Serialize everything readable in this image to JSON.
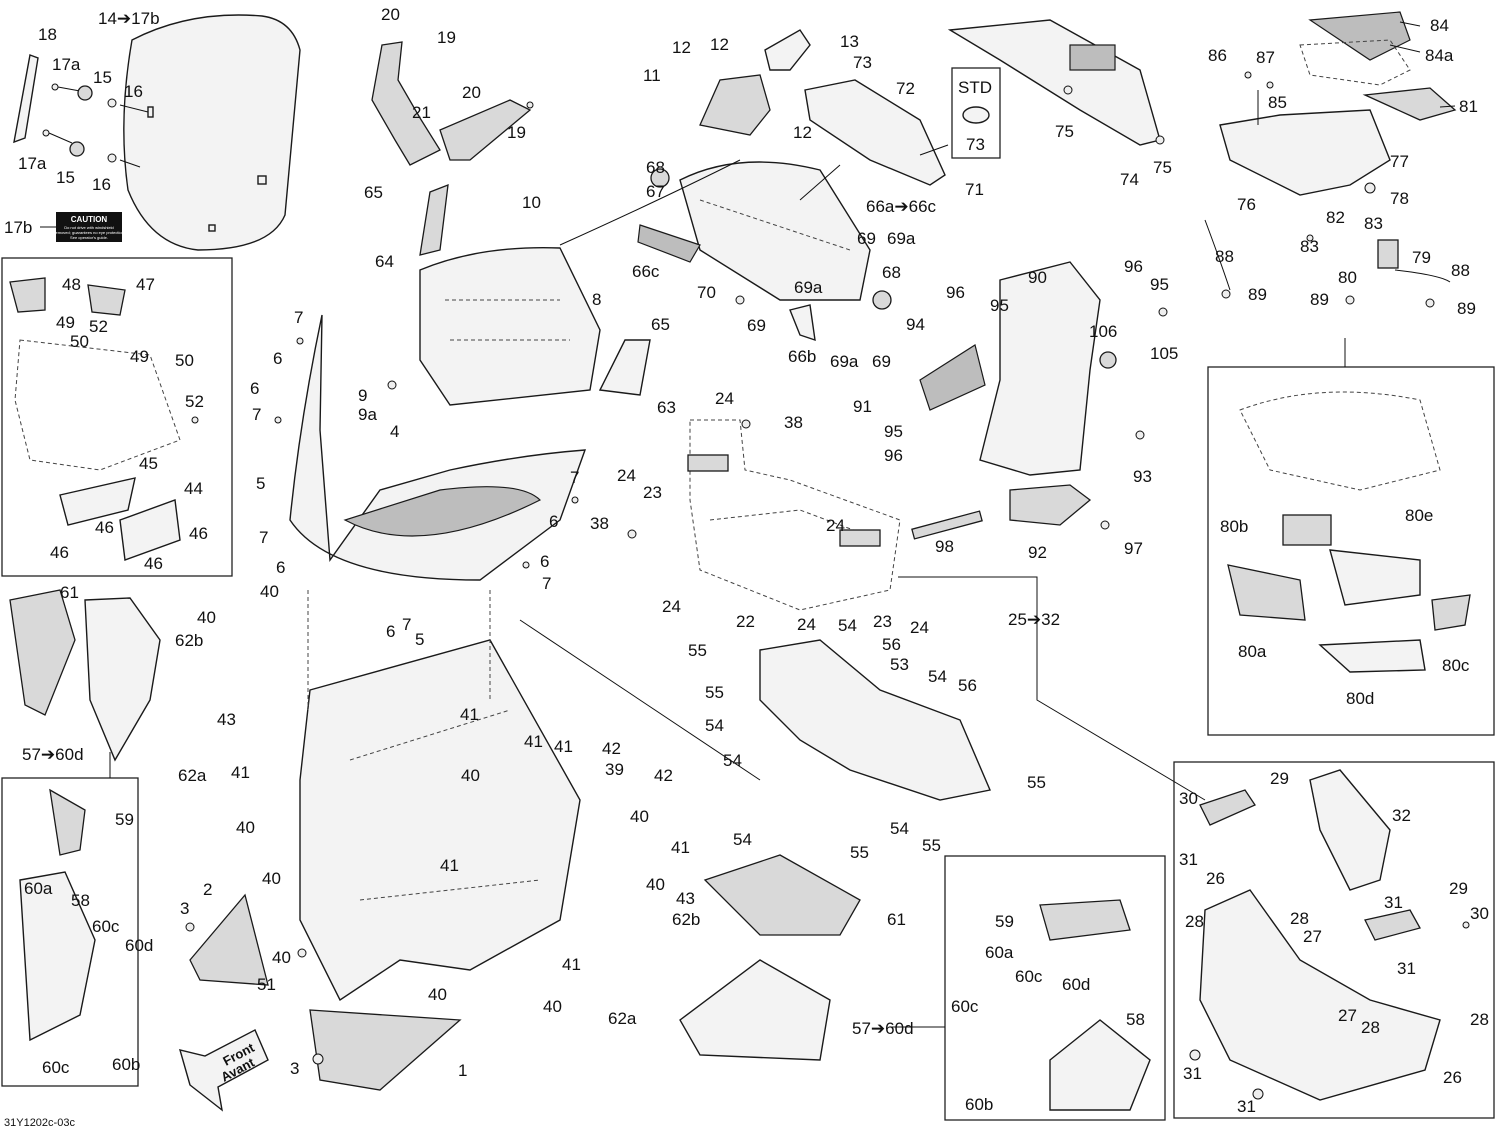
{
  "document": {
    "code": "31Y1202c-03c"
  },
  "callouts": {
    "c_14_17b": "14➔17b",
    "c_18": "18",
    "c_17a_a": "17a",
    "c_15_a": "15",
    "c_16_a": "16",
    "c_17a_b": "17a",
    "c_15_b": "15",
    "c_16_b": "16",
    "c_17b": "17b",
    "c_20_a": "20",
    "c_19_a": "19",
    "c_21": "21",
    "c_20_b": "20",
    "c_19_b": "19",
    "c_13": "13",
    "c_12_a": "12",
    "c_12_b": "12",
    "c_11": "11",
    "c_73_a": "73",
    "c_72": "72",
    "c_12_c": "12",
    "c_std": "STD",
    "c_73_b": "73",
    "c_71": "71",
    "c_75_a": "75",
    "c_74": "74",
    "c_75_b": "75",
    "c_84": "84",
    "c_84a": "84a",
    "c_86": "86",
    "c_87": "87",
    "c_85": "85",
    "c_81": "81",
    "c_77": "77",
    "c_78": "78",
    "c_76": "76",
    "c_82": "82",
    "c_83_a": "83",
    "c_83_b": "83",
    "c_88_a": "88",
    "c_79": "79",
    "c_88_b": "88",
    "c_80": "80",
    "c_89_a": "89",
    "c_89_b": "89",
    "c_89_c": "89",
    "c_65_a": "65",
    "c_10": "10",
    "c_68_a": "68",
    "c_67": "67",
    "c_66a_66c": "66a➔66c",
    "c_64": "64",
    "c_66c": "66c",
    "c_69_a": "69",
    "c_69a_a": "69a",
    "c_70": "70",
    "c_69a_b": "69a",
    "c_69_b": "69",
    "c_68_b": "68",
    "c_66b": "66b",
    "c_69a_c": "69a",
    "c_69_c": "69",
    "c_8": "8",
    "c_7_a": "7",
    "c_6_a": "6",
    "c_9": "9",
    "c_9a": "9a",
    "c_65_b": "65",
    "c_63": "63",
    "c_6_b": "6",
    "c_7_b": "7",
    "c_4": "4",
    "c_5_a": "5",
    "c_7_c": "7",
    "c_6_c": "6",
    "c_7_d": "7",
    "c_6_d": "6",
    "c_6_e": "6",
    "c_7_e": "7",
    "c_6_f": "6",
    "c_7_f": "7",
    "c_5_b": "5",
    "c_24_a": "24",
    "c_38_a": "38",
    "c_24_b": "24",
    "c_23_a": "23",
    "c_38_b": "38",
    "c_24_c": "24",
    "c_24_d": "24",
    "c_22": "22",
    "c_24_e": "24",
    "c_23_b": "23",
    "c_24_f": "24",
    "c_90": "90",
    "c_96_a": "96",
    "c_95_a": "95",
    "c_96_b": "96",
    "c_95_b": "95",
    "c_94": "94",
    "c_106": "106",
    "c_105": "105",
    "c_91": "91",
    "c_95_c": "95",
    "c_96_c": "96",
    "c_93": "93",
    "c_98": "98",
    "c_92": "92",
    "c_97": "97",
    "c_25_32": "25➔32",
    "c_48": "48",
    "c_47": "47",
    "c_49_a": "49",
    "c_50_a": "50",
    "c_52_a": "52",
    "c_49_b": "49",
    "c_50_b": "50",
    "c_52_b": "52",
    "c_45": "45",
    "c_44": "44",
    "c_46_a": "46",
    "c_46_b": "46",
    "c_46_c": "46",
    "c_46_d": "46",
    "c_61_a": "61",
    "c_62b_a": "62b",
    "c_43_a": "43",
    "c_62a_a": "62a",
    "c_57_60d_a": "57➔60d",
    "c_59_a": "59",
    "c_60a_a": "60a",
    "c_58_a": "58",
    "c_60c_a": "60c",
    "c_60d_a": "60d",
    "c_60c_b": "60c",
    "c_60b_a": "60b",
    "c_40_a": "40",
    "c_40_b": "40",
    "c_41_a": "41",
    "c_41_b": "41",
    "c_41_c": "41",
    "c_41_d": "41",
    "c_42_a": "42",
    "c_39": "39",
    "c_42_b": "42",
    "c_40_c": "40",
    "c_40_d": "40",
    "c_41_e": "41",
    "c_40_e": "40",
    "c_41_f": "41",
    "c_40_f": "40",
    "c_43_b": "43",
    "c_62b_b": "62b",
    "c_41_g": "41",
    "c_40_g": "40",
    "c_40_h": "40",
    "c_40_i": "40",
    "c_2": "2",
    "c_3_a": "3",
    "c_51": "51",
    "c_3_b": "3",
    "c_1": "1",
    "c_62a_b": "62a",
    "c_57_60d_b": "57➔60d",
    "c_55_a": "55",
    "c_54_a": "54",
    "c_56_a": "56",
    "c_55_b": "55",
    "c_53": "53",
    "c_54_b": "54",
    "c_56_b": "56",
    "c_54_c": "54",
    "c_54_d": "54",
    "c_55_c": "55",
    "c_54_e": "54",
    "c_54_f": "54",
    "c_55_d": "55",
    "c_55_e": "55",
    "c_61_b": "61",
    "c_80b": "80b",
    "c_80e": "80e",
    "c_80a": "80a",
    "c_80c": "80c",
    "c_80d": "80d",
    "c_59_b": "59",
    "c_60a_b": "60a",
    "c_60c_c": "60c",
    "c_60d_b": "60d",
    "c_60c_d": "60c",
    "c_58_b": "58",
    "c_60b_b": "60b",
    "c_30_a": "30",
    "c_29_a": "29",
    "c_32": "32",
    "c_31_a": "31",
    "c_26_a": "26",
    "c_28_a": "28",
    "c_28_b": "28",
    "c_27_a": "27",
    "c_31_b": "31",
    "c_29_b": "29",
    "c_30_b": "30",
    "c_31_c": "31",
    "c_27_b": "27",
    "c_28_c": "28",
    "c_28_d": "28",
    "c_31_d": "31",
    "c_26_b": "26",
    "c_31_e": "31"
  },
  "decal": {
    "title": "CAUTION",
    "line1": "Do not drive with windshield",
    "line2": "removed; guarantees no eye protection",
    "line3": "windshield breakage.",
    "line4": "See operator's guide."
  },
  "front_arrow": {
    "line1": "Front",
    "line2": "Avant"
  }
}
